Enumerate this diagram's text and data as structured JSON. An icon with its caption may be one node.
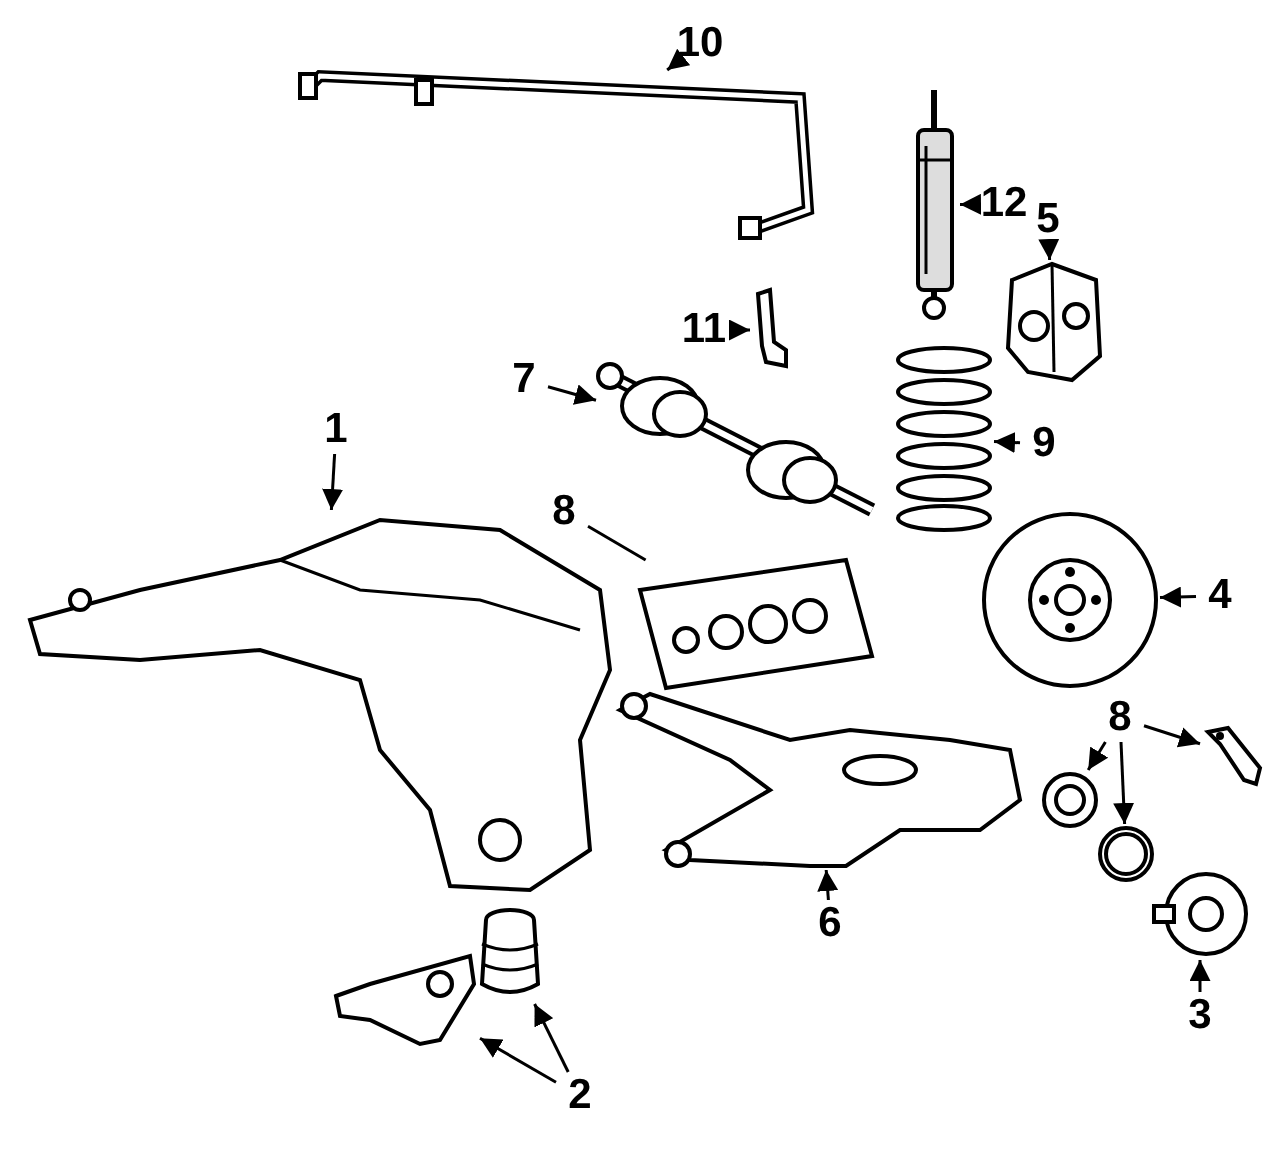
{
  "diagram": {
    "nodes": [
      {
        "text": [
          "10"
        ]
      },
      {
        "text": [],
        "shape": "picture"
      },
      {
        "text": [
          "12"
        ]
      },
      {
        "text": [],
        "shape": "picture"
      },
      {
        "text": [
          "11"
        ]
      },
      {
        "text": [],
        "shape": "picture"
      },
      {
        "text": [
          "5"
        ]
      },
      {
        "text": [],
        "shape": "picture"
      },
      {
        "text": [
          "7"
        ]
      },
      {
        "text": [],
        "shape": "picture"
      },
      {
        "text": [
          "9"
        ]
      },
      {
        "text": [],
        "shape": "picture"
      },
      {
        "text": [
          "1"
        ]
      },
      {
        "text": [],
        "shape": "picture"
      },
      {
        "text": [
          "8"
        ]
      },
      {
        "text": [],
        "shape": "picture"
      },
      {
        "text": [
          "4"
        ]
      },
      {
        "text": [],
        "shape": "picture"
      },
      {
        "text": [
          "8"
        ]
      },
      {
        "text": [],
        "shape": "picture"
      },
      {
        "text": [],
        "shape": "picture"
      },
      {
        "text": [],
        "shape": "picture"
      },
      {
        "text": [
          "6"
        ]
      },
      {
        "text": [],
        "shape": "picture"
      },
      {
        "text": [
          "3"
        ]
      },
      {
        "text": [],
        "shape": "picture"
      },
      {
        "text": [
          "2"
        ]
      },
      {
        "text": [],
        "shape": "picture"
      },
      {
        "text": [],
        "shape": "picture"
      }
    ],
    "edges": [
      {
        "from": 0,
        "to": 1,
        "arrow": "to"
      },
      {
        "from": 2,
        "to": 3,
        "arrow": "to"
      },
      {
        "from": 4,
        "to": 5,
        "arrow": "to"
      },
      {
        "from": 6,
        "to": 7,
        "arrow": "to"
      },
      {
        "from": 8,
        "to": 9,
        "arrow": "to"
      },
      {
        "from": 10,
        "to": 11,
        "arrow": "to"
      },
      {
        "from": 12,
        "to": 13,
        "arrow": "to"
      },
      {
        "from": 14,
        "to": 15,
        "arrow": "none"
      },
      {
        "from": 16,
        "to": 17,
        "arrow": "to"
      },
      {
        "from": 18,
        "to": 19,
        "arrow": "to"
      },
      {
        "from": 18,
        "to": 20,
        "arrow": "to"
      },
      {
        "from": 18,
        "to": 21,
        "arrow": "to"
      },
      {
        "from": 22,
        "to": 23,
        "arrow": "to"
      },
      {
        "from": 24,
        "to": 25,
        "arrow": "to"
      },
      {
        "from": 26,
        "to": 27,
        "arrow": "to"
      },
      {
        "from": 26,
        "to": 28,
        "arrow": "to"
      }
    ]
  }
}
